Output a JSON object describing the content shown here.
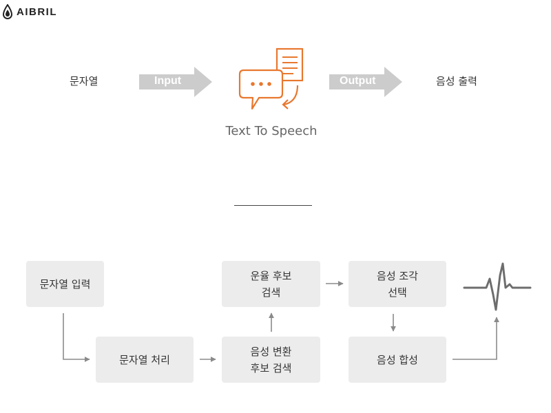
{
  "logo": {
    "text": "AIBRIL",
    "icon": "drop-logo-icon"
  },
  "top_flow": {
    "input_text": "문자열",
    "input_arrow_label": "Input",
    "center_icon": "tts-chat-document-icon",
    "center_caption": "Text To Speech",
    "output_arrow_label": "Output",
    "output_text": "음성 출력"
  },
  "pipeline": {
    "string_input": "문자열 입력",
    "string_processing": "문자열 처리",
    "prosody_search": {
      "line1": "운율 후보",
      "line2": "검색"
    },
    "speech_conversion": {
      "line1": "음성 변환",
      "line2": "후보 검색"
    },
    "segment_selection": {
      "line1": "음성 조각",
      "line2": "선택"
    },
    "speech_synthesis": "음성 합성",
    "output_icon": "waveform-icon"
  },
  "colors": {
    "accent_orange": "#e8772e",
    "arrow_gray": "#cccccc",
    "box_gray": "#ececec",
    "connector_gray": "#8a8a8a"
  }
}
